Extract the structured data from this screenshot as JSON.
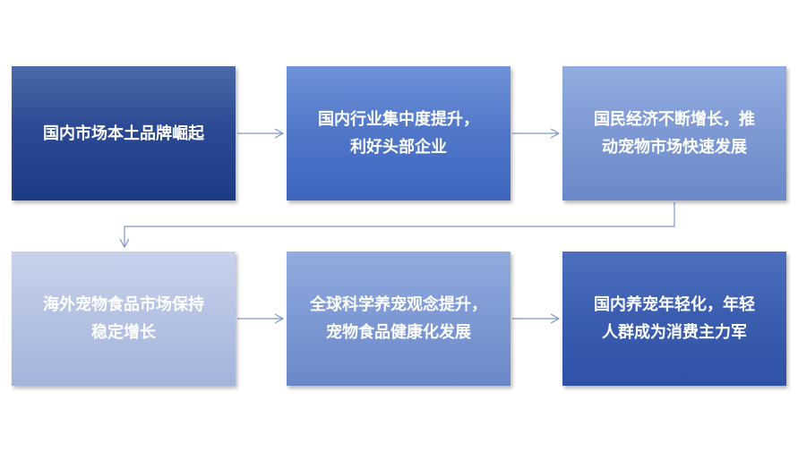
{
  "flow": {
    "steps": [
      {
        "label": "国内市场本土品牌崛起"
      },
      {
        "label": "国内行业集中度提升，\n利好头部企业"
      },
      {
        "label": "国民经济不断增长，推\n动宠物市场快速发展"
      },
      {
        "label": "海外宠物食品市场保持\n稳定增长"
      },
      {
        "label": "全球科学养宠观念提升，\n宠物食品健康化发展"
      },
      {
        "label": "国内养宠年轻化，年轻\n人群成为消费主力军"
      }
    ]
  },
  "colors": {
    "connector": "#7f96c8",
    "text": "#ffffff"
  }
}
